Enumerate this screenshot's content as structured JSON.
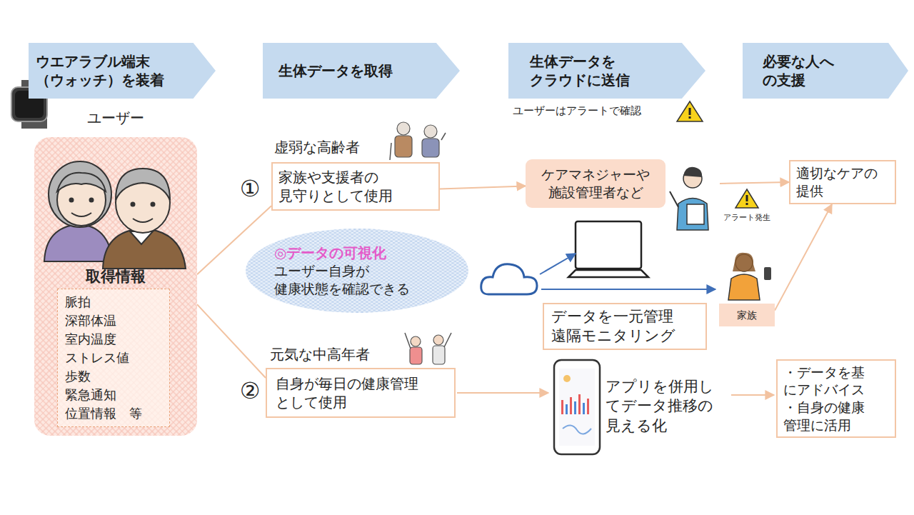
{
  "diagram": {
    "nodes": [
      {
        "text": [
          "ウエアラブル端末 （ウォッチ）を装着"
        ]
      },
      {
        "text": [
          "生体データを取得"
        ]
      },
      {
        "text": [
          "生体データを クラウドに送信"
        ]
      },
      {
        "text": [
          "必要な人へ の支援"
        ]
      },
      {
        "text": [
          "ユーザー",
          "取得情報"
        ]
      },
      {
        "text": [
          "脈拍 深部体温 室内温度 ストレス値 歩数 緊急通知 位置情報　等"
        ],
        "in": 4
      },
      {
        "text": [
          "虚弱な高齢者",
          "家族や支援者の 見守りとして使用"
        ]
      },
      {
        "text": [
          "◎データの可視化",
          "ユーザー自身が 健康状態を確認できる"
        ]
      },
      {
        "text": [
          "ケアマネジャーや 施設管理者など"
        ]
      },
      {
        "text": [
          "適切なケアの 提供"
        ]
      },
      {
        "text": [
          "データを一元管理 遠隔モニタリング"
        ]
      },
      {
        "text": [
          "家族"
        ]
      },
      {
        "text": [
          "元気な中高年者",
          "自身が毎日の健康管理 として使用"
        ]
      },
      {
        "text": [
          "・データを基 にアドバイス",
          "・自身の健康 管理に活用"
        ]
      }
    ],
    "edges": [
      {
        "from": 4,
        "to": 6,
        "arrow": "none"
      },
      {
        "from": 4,
        "to": 12,
        "arrow": "none"
      },
      {
        "from": 6,
        "to": 8,
        "arrow": "to"
      },
      {
        "from": 8,
        "to": 9,
        "arrow": "to"
      },
      {
        "from": 11,
        "to": 9,
        "arrow": "to"
      }
    ],
    "labels": [
      "ユーザーはアラートで確認",
      "①",
      "②",
      "アラート発生",
      "アプリを併用し てデータ推移の 見える化"
    ]
  }
}
